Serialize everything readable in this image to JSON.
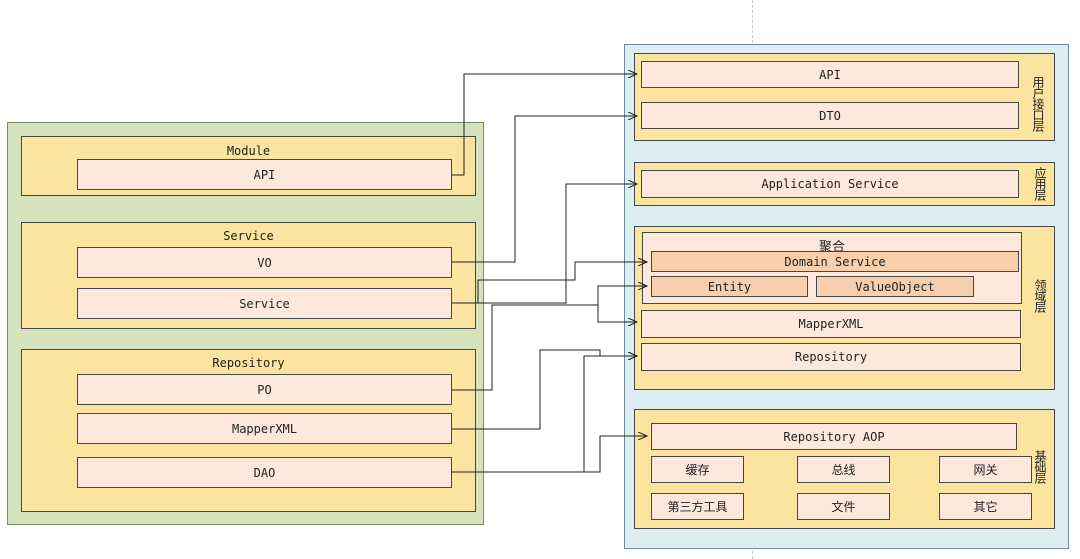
{
  "left": {
    "module": {
      "title": "Module",
      "side_label": "",
      "items": [
        "API"
      ]
    },
    "service": {
      "title": "Service",
      "side_label": "",
      "items": [
        "VO",
        "Service"
      ]
    },
    "repository": {
      "title": "Repository",
      "side_label": "",
      "items": [
        "PO",
        "MapperXML",
        "DAO"
      ]
    }
  },
  "right": {
    "user_layer": {
      "label": "用户接口层",
      "items": [
        "API",
        "DTO"
      ]
    },
    "app_layer": {
      "label": "应用层",
      "items": [
        "Application Service"
      ]
    },
    "domain_layer": {
      "label": "领域层",
      "aggregate": {
        "title": "聚合",
        "domain_service": "Domain Service",
        "entity": "Entity",
        "value_object": "ValueObject"
      },
      "items": [
        "MapperXML",
        "Repository"
      ]
    },
    "infra_layer": {
      "label": "基础层",
      "aop": "Repository AOP",
      "items": [
        "缓存",
        "总线",
        "网关",
        "第三方工具",
        "文件",
        "其它"
      ]
    }
  },
  "colors": {
    "left_bg": "#d6e2bc",
    "right_bg": "#dcedf3",
    "group_bg": "#fbe4a0",
    "item_bg": "#fde9dc",
    "aggregate_item_bg": "#f8cfac"
  }
}
